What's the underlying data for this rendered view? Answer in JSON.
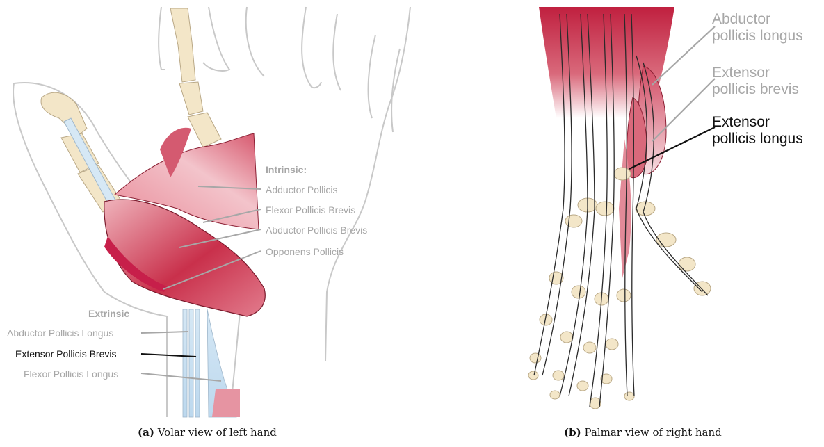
{
  "panel_a": {
    "intrinsic_heading": "Intrinsic:",
    "intrinsic": [
      "Adductor Pollicis",
      "Flexor Pollicis Brevis",
      "Abductor Pollicis Brevis",
      "Opponens Pollicis"
    ],
    "extrinsic_heading": "Extrinsic",
    "extrinsic": [
      "Abductor Pollicis Longus",
      "Extensor Pollicis Brevis",
      "Flexor Pollicis Longus"
    ],
    "caption_tag": "(a)",
    "caption_text": "Volar view of left hand"
  },
  "panel_b": {
    "labels": [
      {
        "line1": "Abductor",
        "line2": "pollicis longus"
      },
      {
        "line1": "Extensor",
        "line2": "pollicis brevis"
      },
      {
        "line1": "Extensor",
        "line2": "pollicis longus"
      }
    ],
    "caption_tag": "(b)",
    "caption_text": "Palmar view of right hand"
  },
  "colors": {
    "muscle_dark": "#c0203f",
    "muscle_mid": "#d9697b",
    "muscle_light": "#efb3bb",
    "bone": "#f3e6c8",
    "tendon": "#f7f7f7",
    "leader_gray": "#a7a7a7",
    "leader_dark": "#111111",
    "outline": "#c8c8c8"
  }
}
